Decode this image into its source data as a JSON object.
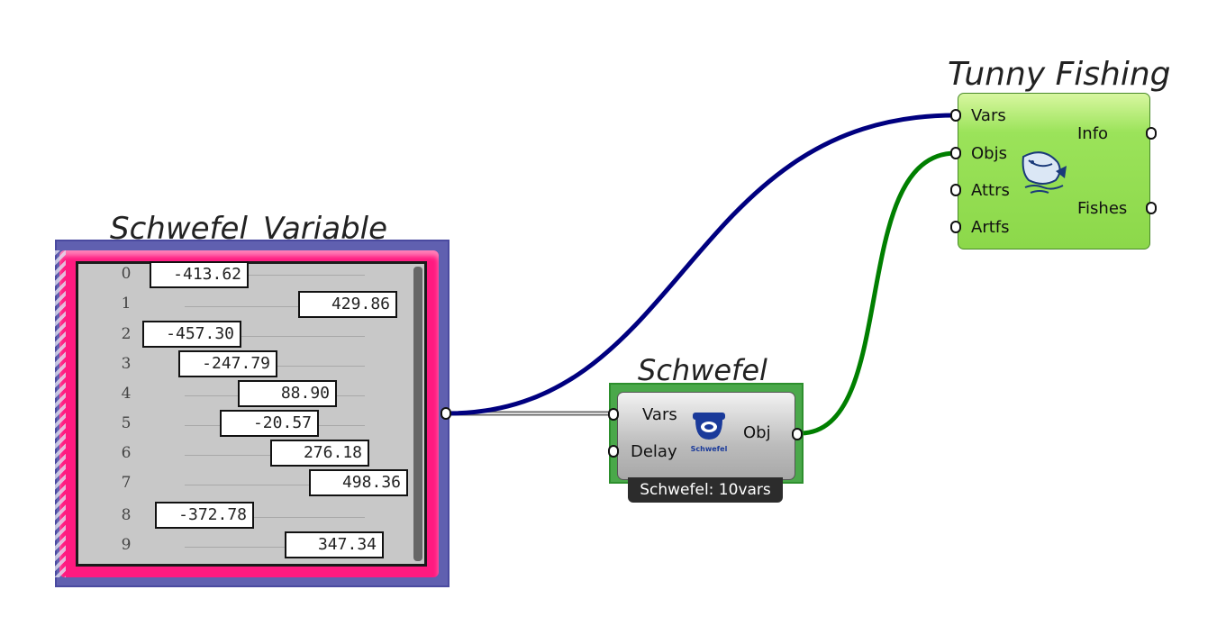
{
  "canvas": {
    "wire_colors": {
      "blue": "#00007f",
      "green": "#007f00",
      "gray": "#666666"
    }
  },
  "slider_component": {
    "title": "Schwefel_Variable",
    "rows": [
      {
        "index": "0",
        "value": "-413.62"
      },
      {
        "index": "1",
        "value": "429.86"
      },
      {
        "index": "2",
        "value": "-457.30"
      },
      {
        "index": "3",
        "value": "-247.79"
      },
      {
        "index": "4",
        "value": "88.90"
      },
      {
        "index": "5",
        "value": "-20.57"
      },
      {
        "index": "6",
        "value": "276.18"
      },
      {
        "index": "7",
        "value": "498.36"
      },
      {
        "index": "8",
        "value": "-372.78"
      },
      {
        "index": "9",
        "value": "347.34"
      }
    ],
    "colors": {
      "frame": "#6060b0",
      "accent": "#ff1a80"
    }
  },
  "schwefel_component": {
    "title": "Schwefel",
    "inputs": [
      "Vars",
      "Delay"
    ],
    "outputs": [
      "Obj"
    ],
    "icon_text": "Schwefel",
    "status_label": "Schwefel: 10vars",
    "colors": {
      "frame": "#4aa84a"
    }
  },
  "tunny_component": {
    "title": "Tunny Fishing",
    "inputs": [
      "Vars",
      "Objs",
      "Attrs",
      "Artfs"
    ],
    "outputs": [
      "Info",
      "Fishes"
    ],
    "icon": "fish-icon",
    "colors": {
      "body": "#8cd84a"
    }
  }
}
